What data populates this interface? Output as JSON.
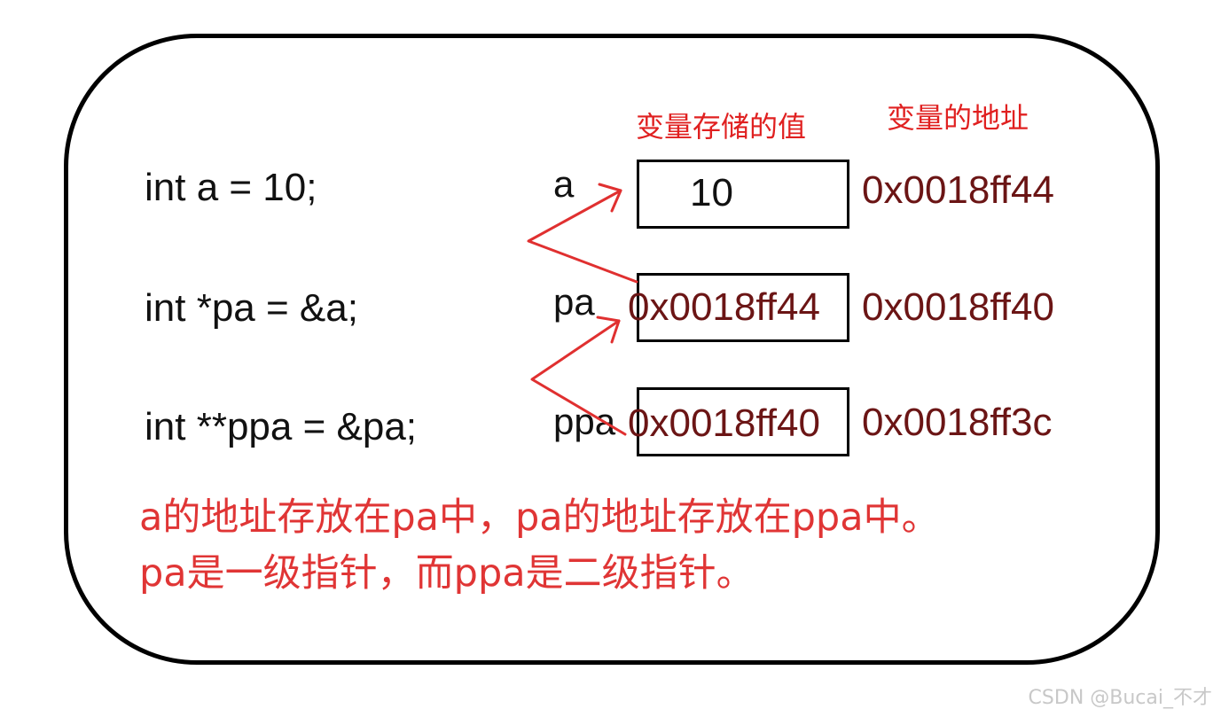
{
  "colors": {
    "header": "#e02020",
    "address": "#6b1515",
    "note": "#e03535",
    "arrow": "#e03030",
    "watermark": "#c8c8c8"
  },
  "headers": {
    "value_column": "变量存储的值",
    "address_column": "变量的地址"
  },
  "rows": [
    {
      "code": "int a = 10;",
      "var": "a",
      "value": "10",
      "address": "0x0018ff44"
    },
    {
      "code": "int *pa = &a;",
      "var": "pa",
      "value": "0x0018ff44",
      "address": "0x0018ff40"
    },
    {
      "code": "int **ppa = &pa;",
      "var": "ppa",
      "value": "0x0018ff40",
      "address": "0x0018ff3c"
    }
  ],
  "notes": {
    "line1": "a的地址存放在pa中，pa的地址存放在ppa中。",
    "line2": "pa是一级指针，而ppa是二级指针。"
  },
  "watermark": "CSDN @Bucai_不才"
}
